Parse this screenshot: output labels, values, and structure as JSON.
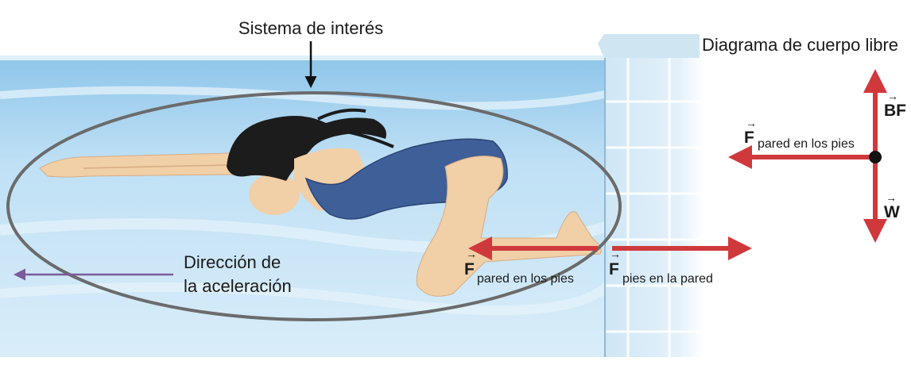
{
  "labels": {
    "system_of_interest": "Sistema de interés",
    "free_body_diagram": "Diagrama de cuerpo libre",
    "acceleration_line1": "Dirección de",
    "acceleration_line2": "la aceleración"
  },
  "forces": {
    "wall_on_feet": {
      "symbol": "F",
      "subscript": "pared en los pies"
    },
    "feet_on_wall": {
      "symbol": "F",
      "subscript": "pies en la pared"
    },
    "fbd_wall_on_feet": {
      "symbol": "F",
      "subscript": "pared en los pies"
    },
    "buoyant": {
      "symbol": "BF"
    },
    "weight": {
      "symbol": "W"
    }
  },
  "colors": {
    "force_arrow": "#d0393c",
    "acceleration_arrow": "#7b5a9c",
    "system_ellipse": "#6b6b6b",
    "water": "#bfe0f5",
    "swimsuit": "#3e5f97",
    "skin": "#f1cfa7",
    "hair": "#1c1c1c"
  }
}
